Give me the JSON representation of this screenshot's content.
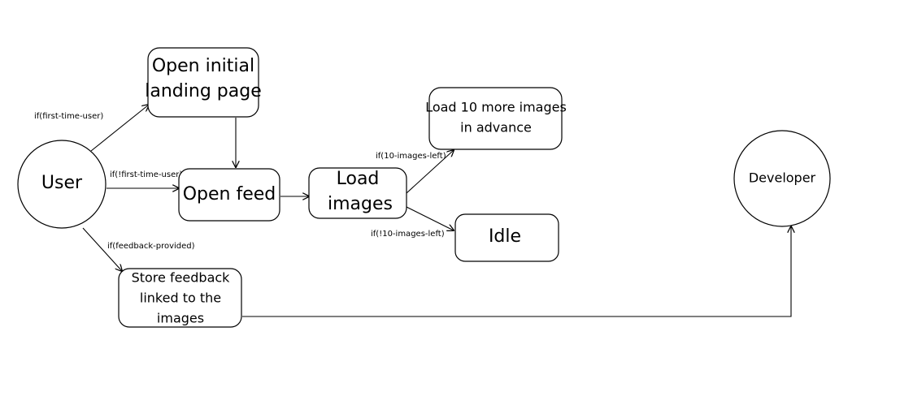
{
  "diagram": {
    "nodes": {
      "user": "User",
      "developer": "Developer",
      "landing_line1": "Open initial",
      "landing_line2": "landing page",
      "open_feed": "Open feed",
      "load_line1": "Load",
      "load_line2": "images",
      "load_more_line1": "Load 10 more images",
      "load_more_line2": "in advance",
      "idle": "Idle",
      "store_line1": "Store feedback",
      "store_line2": "linked to the",
      "store_line3": "images"
    },
    "edge_labels": {
      "first_time": "if(first-time-user)",
      "not_first_time": "if(!first-time-user)",
      "feedback": "if(feedback-provided)",
      "ten_left": "if(10-images-left)",
      "not_ten_left": "if(!10-images-left)"
    }
  }
}
